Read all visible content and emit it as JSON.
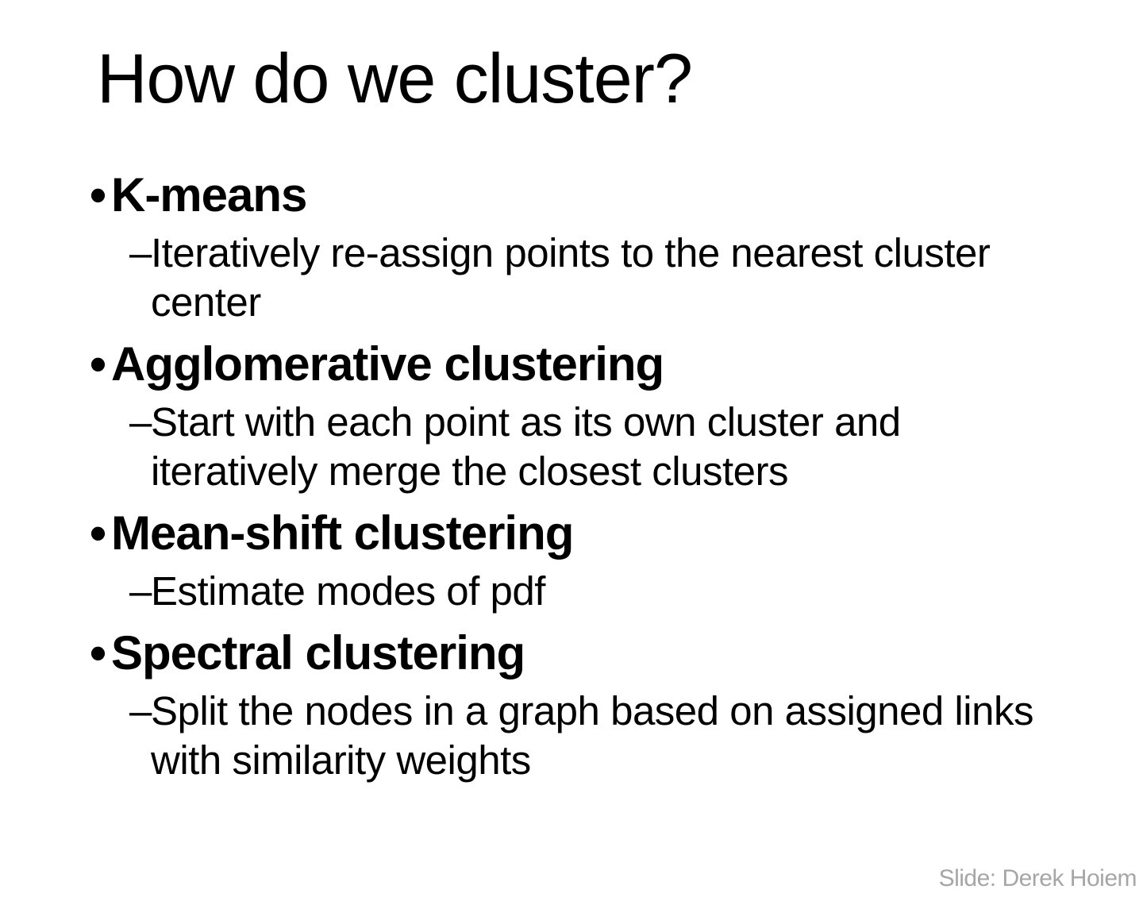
{
  "slide": {
    "title": "How do we cluster?",
    "bullets": [
      {
        "marker": "•",
        "label": "K-means",
        "sub_marker": "–",
        "sub": "Iteratively re-assign points to the nearest cluster\ncenter"
      },
      {
        "marker": "•",
        "label": "Agglomerative clustering",
        "sub_marker": "–",
        "sub": "Start with each point as its own cluster and\niteratively merge the closest clusters"
      },
      {
        "marker": "•",
        "label": "Mean-shift clustering",
        "sub_marker": "–",
        "sub": "Estimate modes of pdf"
      },
      {
        "marker": "•",
        "label": "Spectral clustering",
        "sub_marker": "–",
        "sub": "Split the nodes in a graph based on assigned links\nwith similarity weights"
      }
    ],
    "credit": "Slide: Derek Hoiem"
  }
}
